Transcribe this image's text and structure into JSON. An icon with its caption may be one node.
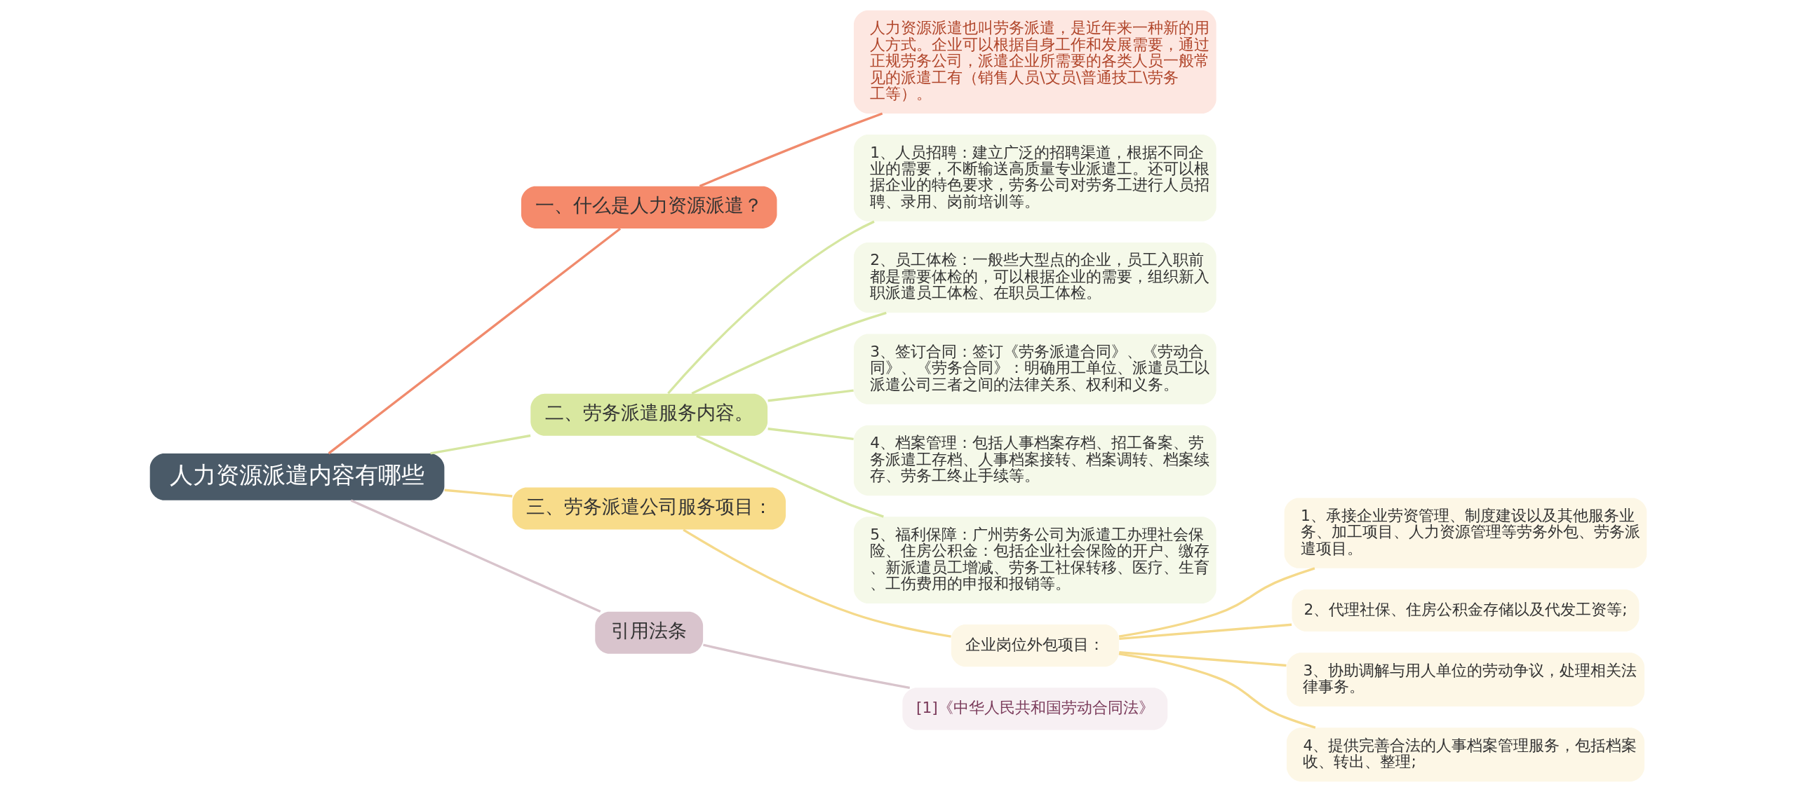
{
  "diagram": {
    "nodes": [
      {
        "text": [
          "人力资源派遣内容有哪些"
        ]
      },
      {
        "text": [
          "一、什么是人力资源派遣？"
        ]
      },
      {
        "text": [
          "人力资源派遣也叫劳务派遣，是近年来一种新的用人方式。企业可以根据自身工作和发展需要，通过正规劳务公司，派遣企业所需要的各类人员一般常见的派遣工有（销售人员\\文员\\普通技工\\劳务工等）。"
        ]
      },
      {
        "text": [
          "二、劳务派遣服务内容。"
        ]
      },
      {
        "text": [
          "1、人员招聘：建立广泛的招聘渠道，根据不同企业的需要，不断输送高质量专业派遣工。还可以根据企业的特色要求，劳务公司对劳务工进行人员招聘、录用、岗前培训等。"
        ]
      },
      {
        "text": [
          "2、员工体检：一般些大型点的企业，员工入职前都是需要体检的，可以根据企业的需要，组织新入职派遣员工体检、在职员工体检。"
        ]
      },
      {
        "text": [
          "3、签订合同：签订《劳务派遣合同》、《劳动合同》、《劳务合同》：明确用工单位、派遣员工以派遣公司三者之间的法律关系、权利和义务。"
        ]
      },
      {
        "text": [
          "4、档案管理：包括人事档案存档、招工备案、劳务派遣工存档、人事档案接转、档案调转、档案续存、劳务工终止手续等。"
        ]
      },
      {
        "text": [
          "5、福利保障：广州劳务公司为派遣工办理社会保险、住房公积金：包括企业社会保险的开户、缴存、新派遣员工增减、劳务工社保转移、医疗、生育、工伤费用的申报和报销等。"
        ]
      },
      {
        "text": [
          "三、劳务派遣公司服务项目："
        ]
      },
      {
        "text": [
          "企业岗位外包项目："
        ]
      },
      {
        "text": [
          "1、承接企业劳资管理、制度建设以及其他服务业务、加工项目、人力资源管理等劳务外包、劳务派遣项目。"
        ]
      },
      {
        "text": [
          "2、代理社保、住房公积金存储以及代发工资等;"
        ]
      },
      {
        "text": [
          "3、协助调解与用人单位的劳动争议，处理相关法律事务。"
        ]
      },
      {
        "text": [
          "4、提供完善合法的人事档案管理服务，包括档案收、转出、整理;"
        ]
      },
      {
        "text": [
          "引用法条"
        ]
      },
      {
        "text": [
          "[1]《中华人民共和国劳动合同法》"
        ]
      }
    ],
    "edges": [
      {
        "from": 0,
        "to": 1,
        "arrow": "none",
        "color": "#f08a6c"
      },
      {
        "from": 1,
        "to": 2,
        "arrow": "none",
        "color": "#f08a6c"
      },
      {
        "from": 0,
        "to": 3,
        "arrow": "none",
        "color": "#d5e6a0"
      },
      {
        "from": 3,
        "to": 4,
        "arrow": "none",
        "color": "#d5e6a0"
      },
      {
        "from": 3,
        "to": 5,
        "arrow": "none",
        "color": "#d5e6a0"
      },
      {
        "from": 3,
        "to": 6,
        "arrow": "none",
        "color": "#d5e6a0"
      },
      {
        "from": 3,
        "to": 7,
        "arrow": "none",
        "color": "#d5e6a0"
      },
      {
        "from": 3,
        "to": 8,
        "arrow": "none",
        "color": "#d5e6a0"
      },
      {
        "from": 0,
        "to": 9,
        "arrow": "none",
        "color": "#f5d98a"
      },
      {
        "from": 9,
        "to": 10,
        "arrow": "none",
        "color": "#f5d98a"
      },
      {
        "from": 10,
        "to": 11,
        "arrow": "none",
        "color": "#f5d98a"
      },
      {
        "from": 10,
        "to": 12,
        "arrow": "none",
        "color": "#f5d98a"
      },
      {
        "from": 10,
        "to": 13,
        "arrow": "none",
        "color": "#f5d98a"
      },
      {
        "from": 10,
        "to": 14,
        "arrow": "none",
        "color": "#f5d98a"
      },
      {
        "from": 0,
        "to": 15,
        "arrow": "none",
        "color": "#d8c4cc"
      },
      {
        "from": 15,
        "to": 16,
        "arrow": "none",
        "color": "#d8c4cc"
      }
    ]
  }
}
